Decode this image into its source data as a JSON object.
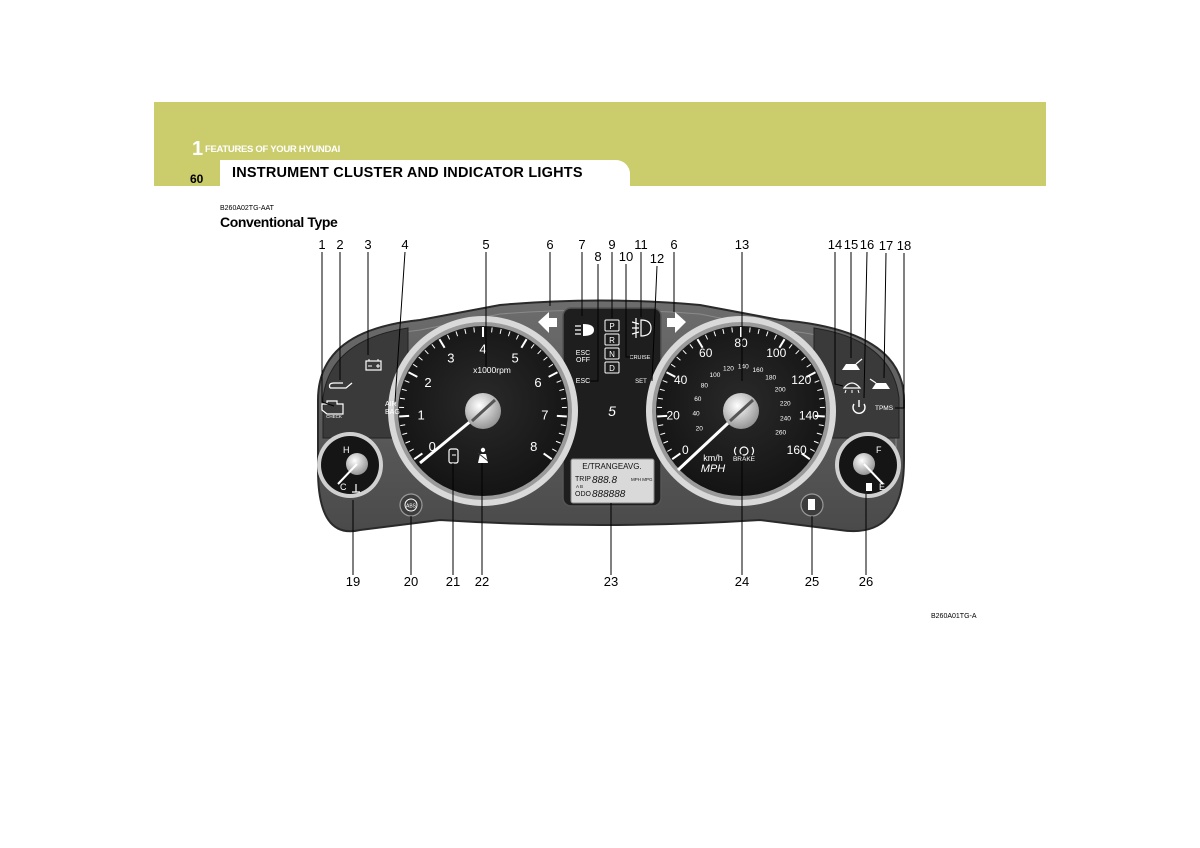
{
  "header": {
    "chapter_number": "1",
    "chapter_title": "FEATURES OF YOUR HYUNDAI",
    "page_number": "60",
    "section_title": "INSTRUMENT CLUSTER AND INDICATOR LIGHTS"
  },
  "content": {
    "code_top": "B260A02TG-AAT",
    "subtitle": "Conventional Type",
    "code_bottom": "B260A01TG-A"
  },
  "callouts": {
    "c1": "1",
    "c2": "2",
    "c3": "3",
    "c4": "4",
    "c5": "5",
    "c6a": "6",
    "c7": "7",
    "c8": "8",
    "c9": "9",
    "c10": "10",
    "c11": "11",
    "c12": "12",
    "c6b": "6",
    "c13": "13",
    "c14": "14",
    "c15": "15",
    "c16": "16",
    "c17": "17",
    "c18": "18",
    "c19": "19",
    "c20": "20",
    "c21": "21",
    "c22": "22",
    "c23": "23",
    "c24": "24",
    "c25": "25",
    "c26": "26"
  },
  "cluster": {
    "tach_unit": "x1000rpm",
    "tach_numbers": [
      "0",
      "1",
      "2",
      "3",
      "4",
      "5",
      "6",
      "7",
      "8"
    ],
    "speed_mph_numbers": [
      "0",
      "20",
      "40",
      "60",
      "80",
      "100",
      "120",
      "140",
      "160"
    ],
    "speed_kmh_numbers": [
      "20",
      "40",
      "60",
      "80",
      "100",
      "120",
      "140",
      "160",
      "180",
      "200",
      "220",
      "240",
      "260"
    ],
    "speed_unit_kmh": "km/h",
    "speed_unit_mph": "MPH",
    "brake_label": "BRAKE",
    "airbag_line1": "AIR",
    "airbag_line2": "BAG",
    "check_label": "CHECK",
    "esc_off_line1": "ESC",
    "esc_off_line2": "OFF",
    "esc_label": "ESC",
    "cruise_label": "CRUISE",
    "set_label": "SET",
    "gears": [
      "P",
      "R",
      "N",
      "D"
    ],
    "gear_position": "5",
    "lcd_top": "E/TRANGEAVG.",
    "lcd_trip": "TRIP",
    "lcd_trip_value": "888.8",
    "lcd_ab": "A B",
    "lcd_units": "MPH MPG",
    "lcd_odo": "ODO",
    "lcd_odo_value": "888888",
    "temp_h": "H",
    "temp_c": "C",
    "fuel_f": "F",
    "fuel_e": "E",
    "abs_label": "ABS",
    "tpms_label": "TPMS"
  }
}
